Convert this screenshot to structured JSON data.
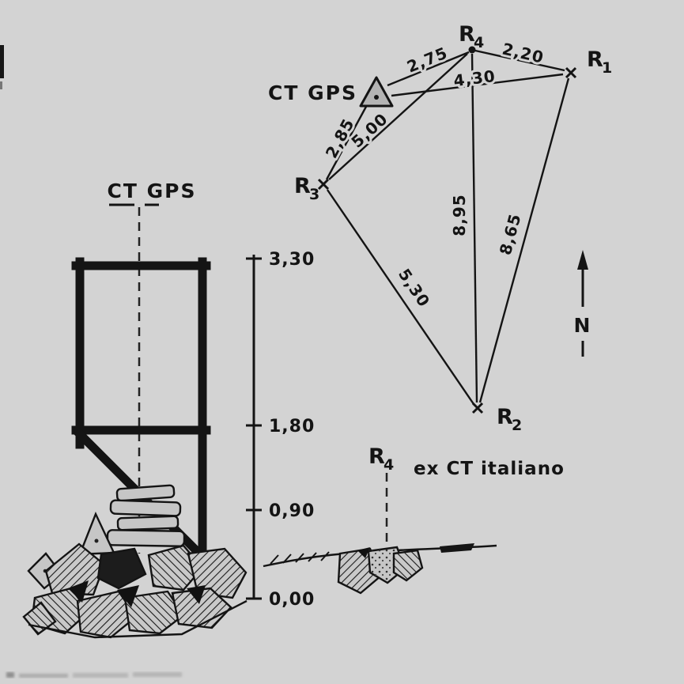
{
  "colors": {
    "paper": "#d3d3d3",
    "ink": "#141414",
    "stone_light": "#c6c6c6",
    "triangle_fill": "#b4b4b4"
  },
  "tower": {
    "label": "CT GPS"
  },
  "scale_bar": {
    "ticks": [
      {
        "label": "3,30"
      },
      {
        "label": "1,80"
      },
      {
        "label": "0,90"
      },
      {
        "label": "0,00"
      }
    ]
  },
  "network": {
    "station_label": "CT GPS",
    "points": {
      "r4": {
        "name": "R",
        "sub": "4"
      },
      "r1": {
        "name": "R",
        "sub": "1"
      },
      "r3": {
        "name": "R",
        "sub": "3"
      },
      "r2": {
        "name": "R",
        "sub": "2"
      }
    },
    "distances": {
      "ct_r4": "2,75",
      "r4_r1": "2,20",
      "ct_r1": "4,30",
      "r3_ct": "2,85",
      "r3_r4": "5,00",
      "r4_r2": "8,95",
      "r1_r2": "8,65",
      "r3_r2": "5,30"
    }
  },
  "north": {
    "label": "N"
  },
  "ground_mark": {
    "name": "R",
    "sub": "4",
    "note": "ex CT italiano"
  }
}
